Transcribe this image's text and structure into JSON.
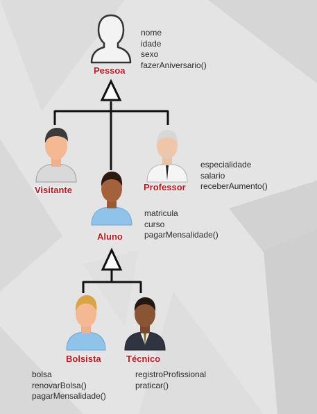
{
  "classes": {
    "pessoa": {
      "name": "Pessoa",
      "members": [
        "nome",
        "idade",
        "sexo",
        "fazerAniversario()"
      ]
    },
    "visitante": {
      "name": "Visitante",
      "members": []
    },
    "professor": {
      "name": "Professor",
      "members": [
        "especialidade",
        "salario",
        "receberAumento()"
      ]
    },
    "aluno": {
      "name": "Aluno",
      "members": [
        "matricula",
        "curso",
        "pagarMensalidade()"
      ]
    },
    "bolsista": {
      "name": "Bolsista",
      "members": [
        "bolsa",
        "renovarBolsa()",
        "pagarMensalidade()"
      ]
    },
    "tecnico": {
      "name": "Técnico",
      "members": [
        "registroProfissional",
        "praticar()"
      ]
    }
  },
  "colors": {
    "label": "#c0141c",
    "line": "#111111",
    "background": "#e6e6e6"
  },
  "icons": {
    "pessoa": "person-outline-icon",
    "visitante": "person-gray-shirt-icon",
    "professor": "elderly-man-suit-icon",
    "aluno": "student-blue-shirt-icon",
    "bolsista": "blond-student-icon",
    "tecnico": "man-dark-suit-icon"
  }
}
